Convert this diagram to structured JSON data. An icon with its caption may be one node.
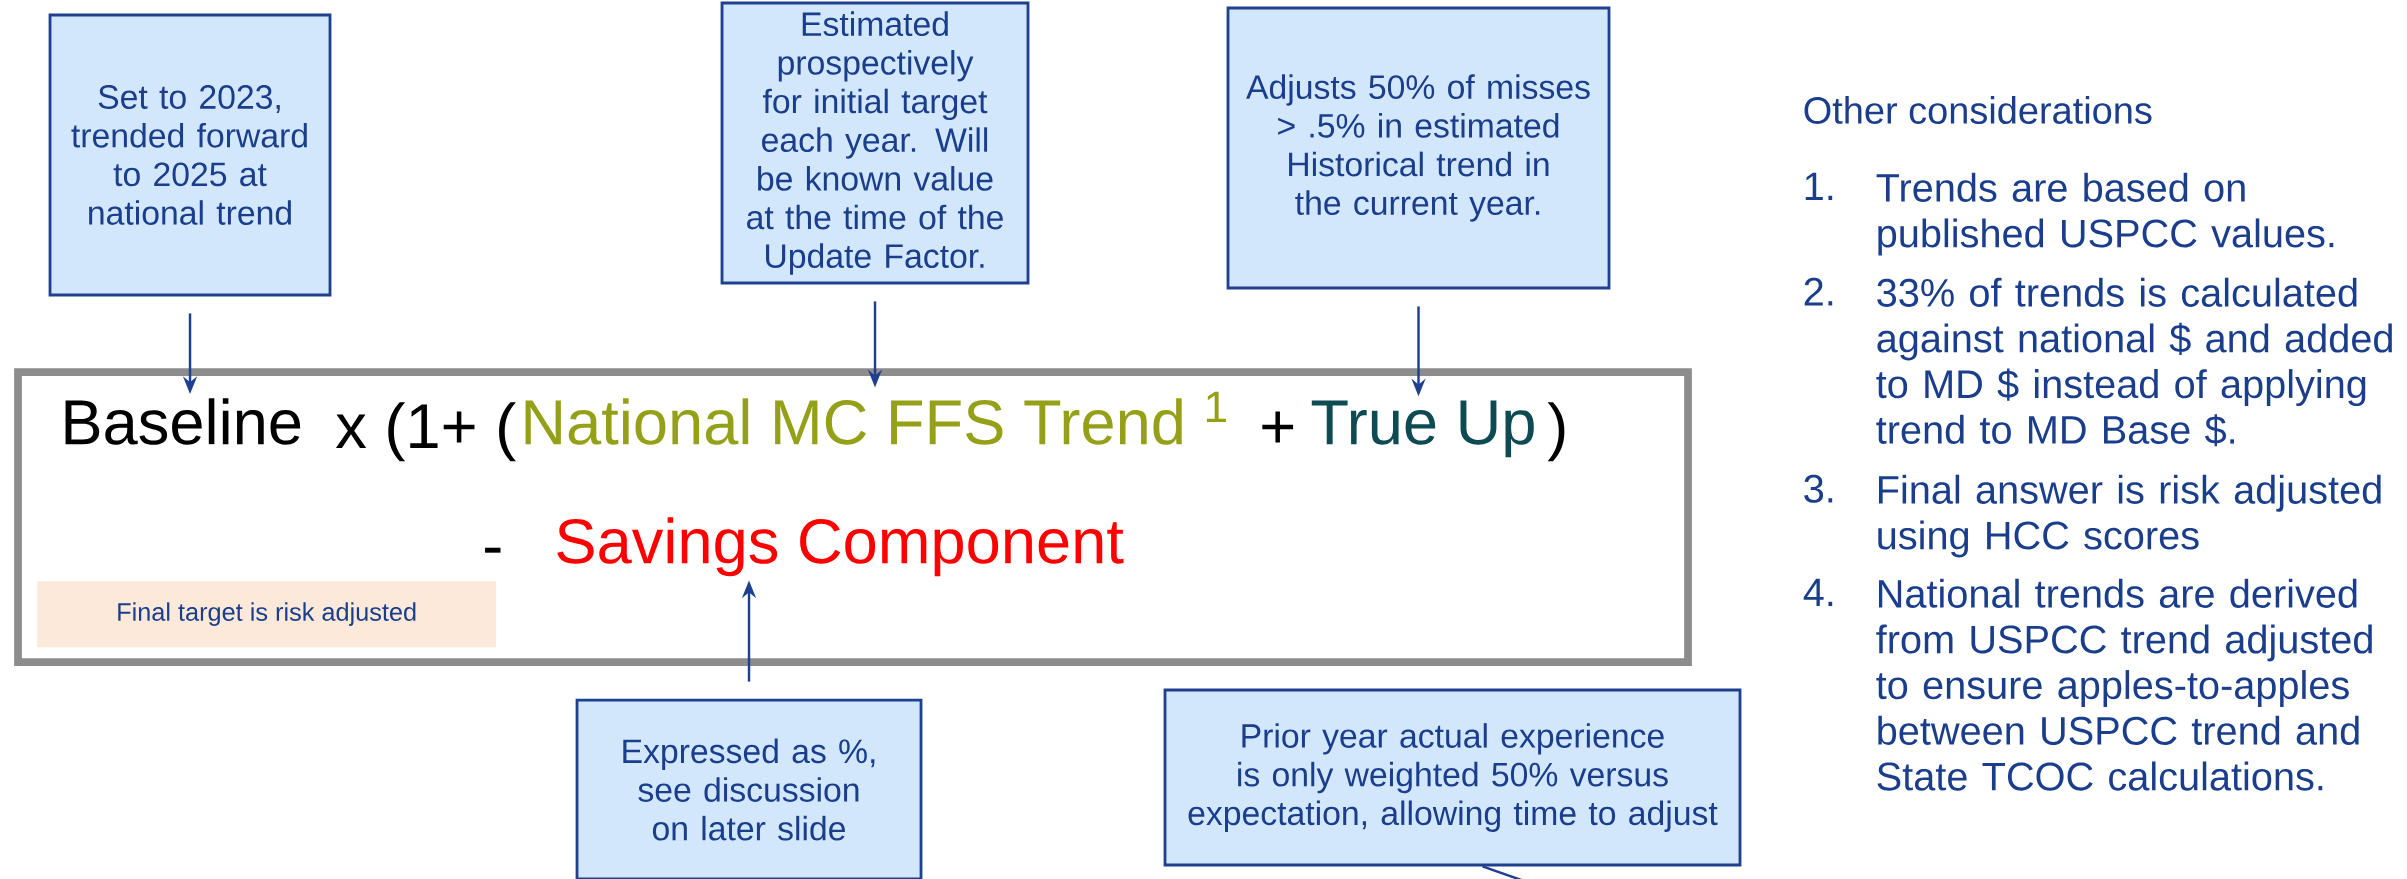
{
  "diagram": {
    "nodes": [
      {
        "text": [],
        "shape": "box"
      },
      {
        "text": [
          "Baseline"
        ],
        "in": 0
      },
      {
        "text": [
          "National MC FFS Trend $^{1}$"
        ],
        "in": 0
      },
      {
        "text": [
          "True Up"
        ],
        "in": 0
      },
      {
        "text": [
          "Savings Component"
        ],
        "in": 0
      },
      {
        "text": [
          "Final target is risk adjusted"
        ],
        "in": 0
      },
      {
        "text": [
          "Set to 2023, trended forward to 2025 at national trend"
        ]
      },
      {
        "text": [
          "Estimated prospectively for initial target each year. Will be known value at the time of the Update Factor."
        ]
      },
      {
        "text": [
          "Adjusts 50% of misses > .5% in estimated Historical trend in the current year."
        ]
      },
      {
        "text": [
          "Expressed as %, see discussion on later slide"
        ]
      },
      {
        "text": [
          "Prior year actual experience is only weighted 50% versus expectation, allowing time to adjust"
        ]
      }
    ],
    "edges": [
      {
        "from": 6,
        "to": 1,
        "arrow": "to"
      },
      {
        "from": 7,
        "to": 2,
        "arrow": "to"
      },
      {
        "from": 8,
        "to": 3,
        "arrow": "to"
      },
      {
        "from": 9,
        "to": 4,
        "arrow": "to"
      },
      {
        "from": 10,
        "to": null,
        "arrow": "none"
      }
    ],
    "labels": [
      "x (1+ (",
      "+",
      ")",
      "-",
      "Other considerations",
      "1.",
      "Trends are based on published USPCC values.",
      "2.",
      "33% of trends is calculated against national $ and added to MD $ instead of applying trend to MD Base $.",
      "3.",
      "Final answer is risk adjusted using HCC scores",
      "4.",
      "National trends are derived from USPCC trend adjusted to ensure apples-to-apples between USPCC trend and State TCOC calculations."
    ]
  }
}
